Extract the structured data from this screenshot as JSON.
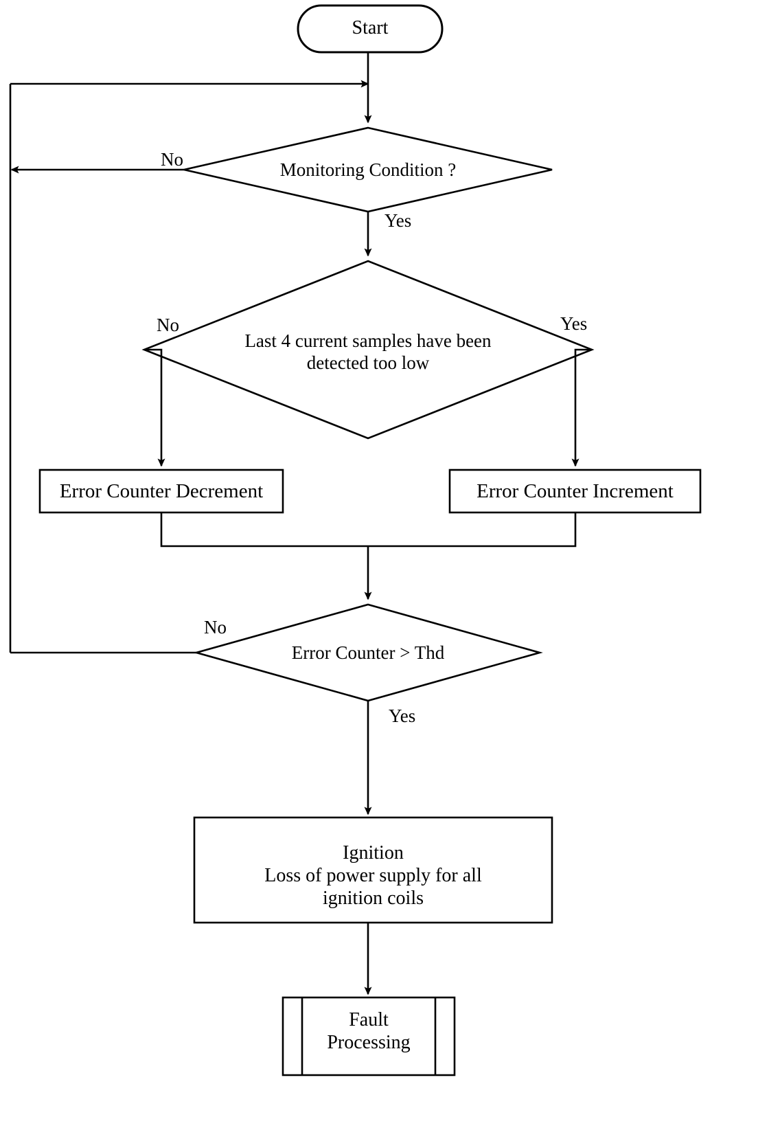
{
  "diagram": {
    "title": "Ignition current monitoring flowchart",
    "stroke_color": "#000000",
    "background_color": "#ffffff",
    "type": "flowchart"
  },
  "nodes": {
    "start": {
      "label": "Start",
      "shape": "stadium"
    },
    "monitoring_condition": {
      "label": "Monitoring Condition ?",
      "shape": "decision"
    },
    "samples_low": {
      "label": "Last 4 current samples have been\ndetected too low",
      "shape": "decision"
    },
    "counter_decrement": {
      "label": "Error Counter Decrement",
      "shape": "process"
    },
    "counter_increment": {
      "label": "Error Counter Increment",
      "shape": "process"
    },
    "counter_threshold": {
      "label": "Error Counter >  Thd",
      "shape": "decision"
    },
    "ignition": {
      "label": "Ignition\nLoss of power supply for all\nignition coils",
      "shape": "process"
    },
    "fault_processing": {
      "label": "Fault\nProcessing",
      "shape": "predefined-process"
    }
  },
  "edge_labels": {
    "monitoring_no": "No",
    "monitoring_yes": "Yes",
    "samples_no": "No",
    "samples_yes": "Yes",
    "threshold_no": "No",
    "threshold_yes": "Yes"
  }
}
